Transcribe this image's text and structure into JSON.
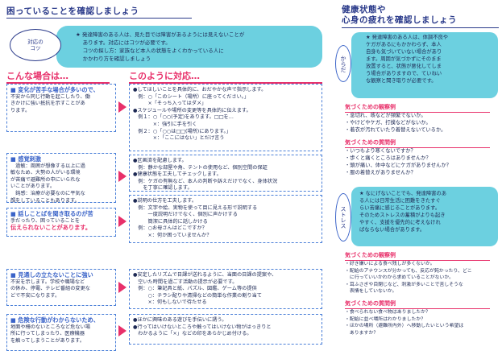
{
  "left": {
    "title": "困っていることを確認しましょう",
    "tip_label": "対応の\nコツ",
    "tip_lines": [
      "★ 発達障害のある人は、見た目では障害があるようには見えないことが",
      "　 あります。対応にはコツが必要です。",
      "　 コツの探し方：家族など本人の状態をよくわかっている人に",
      "　 かかわり方を確認しましょう"
    ],
    "col1_heading": "こんな場合は…",
    "col2_heading": "このように対応…",
    "cases": [
      {
        "lines": [
          "■ 変化が苦手な場合が多いので、",
          "不安から同じ行動を起こしたり、働",
          "きかけに強い抵抗を示すことがあ",
          "ります。"
        ],
        "resp": [
          "●してほしいことを具体的に、おだやかな声で指示します。",
          "　例：○「このシート（場所）に座ってください。」",
          "　　　×「そっち入ってはダメ」",
          "●スケジュールや場所の変更等を具体的に伝えます。",
          "　例１：○「○○(予定)をあります。□□を…",
          "　　　　×：強引に手を引く",
          "　例２：○「○○は□□(場所)にあります。」",
          "　　　　×：「ここにはない」とだけ言う"
        ]
      },
      {
        "lines": [
          "■ 感覚刺激",
          "　過敏：周囲が想像する以上に過",
          "敏なため、大勢の人がいる環境",
          "が苦痛で避難所の中にいられな",
          "いことがあります。",
          "　鈍感：治療が必要なのに平気な",
          "顔をしていることもあります。"
        ],
        "resp": [
          "●区画済を配慮します。",
          "　例：静かな部屋や角、テントの使用など、個別空間の保証",
          "●健康状態を工夫してチェックします。",
          "　例：ケガの有無など、本人の判断や訴えだけでなく、身体状況",
          "　　を丁寧に確認します。"
        ]
      },
      {
        "lines": [
          "■ 話しことばを聞き取るのが苦",
          "手だったり、困っていることを",
          "伝えられないことがあります。"
        ],
        "resp": [
          "●説明の仕方を工夫します。",
          "　例：文字や絵、実物を使って目に見える形で説明する",
          "　　　一度説明だけでなく、個別に声かけする",
          "　　　簡潔に具体的に話しかける",
          "　例：○お母さんはどこですか？",
          "　　　×：何か困っていませんか？"
        ]
      },
      {
        "lines": [
          "■ 見通しの立たないことに強い",
          "不安を示します。学校や職場など",
          "の休み、停電、テレビ番組の変更な",
          "どで不安になります。"
        ],
        "resp": [
          "●安定したリズムで日課が送れるように、当面の日課の提案や、",
          "　空いた時間を過ごす活動の提示が必要です。",
          "　例：○：筆記具と紙、パズル、図鑑、ゲーム等の提供",
          "　　　○：チラシ配りや清掃などの簡単な作業の割り当て",
          "　　　×：何もしないで待たせる"
        ]
      },
      {
        "lines": [
          "■ 危険な行動がわからないため、",
          "地面や柵のないところなど危ない場",
          "所に行ってしまったり、医療機器",
          "を触ってしまうことがあります。"
        ],
        "resp": [
          "●ほかに興味のある遊びを手伝いに誘う。",
          "●行ってはいけないところや触ってはいけない物がはっきりと",
          "　わかるように「×」などの印をあらかじめ付ける。"
        ]
      }
    ]
  },
  "right": {
    "title": "健康状態や\n心身の疲れを確認しましょう",
    "karada_tab": "からだ",
    "karada_lines": [
      "★ 発達障害のある人は、体調不良や",
      "ケガがあるにもかかわらず、本人",
      "自身も気づいていない場合があり",
      "ます。周囲が気づかずにそのまま",
      "放置すると、状態が悪化してしま",
      "う場合がありますので、ていねい",
      "な観察と聞き取りが必要です。"
    ],
    "karada_obs_head": "気づくための観察例",
    "karada_obs": [
      "・息切れ、咳などが頻繁でないか。",
      "・やけどやケガ、打撲などがないか。",
      "・着衣が汚れていたり着替えないているか。"
    ],
    "karada_q_head": "気づくための質問例",
    "karada_q": [
      "・いつもより寒くないですか？",
      "・歩くと痛くところはありませんか？",
      "・頭が痛い、体中などにケガがありませんか？",
      "・服の着替えがありませんか？"
    ],
    "stress_tab": "ストレス",
    "stress_lines": [
      "★ なにげないことでも、発達障害のあ",
      "る人には日常生活に困難をきたすぐ",
      "らい苦痛に感じることがあります。",
      "そのためストレスの蓄積がよりも起き",
      "やすく、支援を優先的に考えなけれ",
      "ばならない場合があります。"
    ],
    "stress_obs_head": "気づくための観察例",
    "stress_obs": [
      "・好き嫌いによる食べ残しが多くないか。",
      "・配給のアナウンスが分かっても、反応が鈍かったり、どこ",
      "　に行っていいかわから求めていることがないか。",
      "・耳ふさぎや目閉じなど、刺激が多いことで苦しそうな",
      "　表情をしていないか。"
    ],
    "stress_q_head": "気づくための質問例",
    "stress_q": [
      "・食べられない食べ物はありましたか？",
      "・配給に並べ場所はわかりましたか？",
      "・ほかの場所（避難所内外）へ移動したいという希望は",
      "　ありますか？"
    ]
  }
}
